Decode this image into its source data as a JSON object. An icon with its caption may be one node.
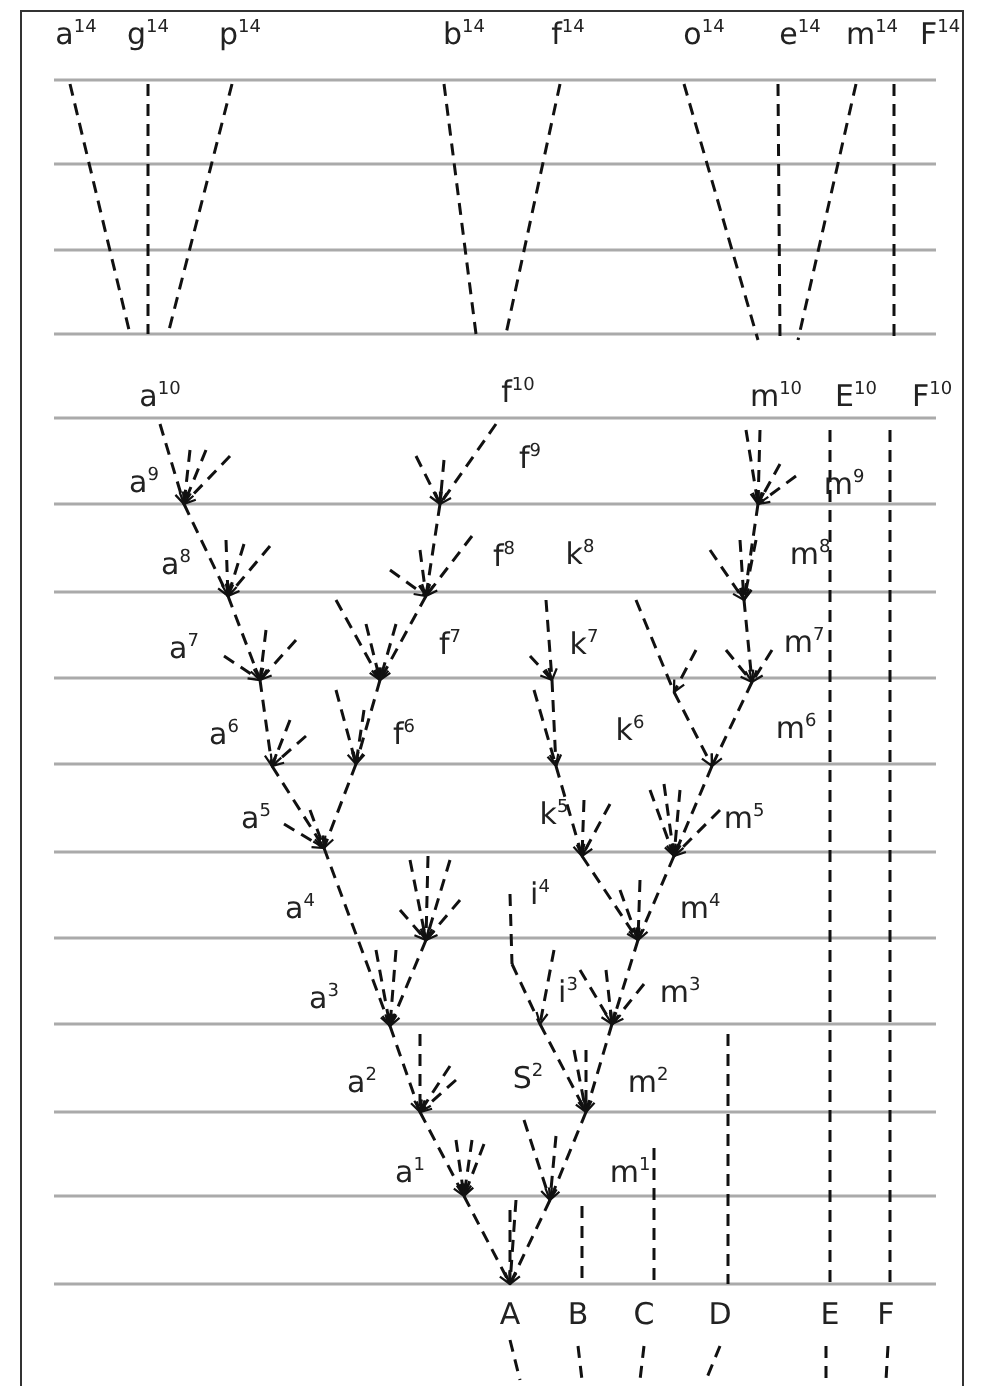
{
  "diagram": {
    "labels": [
      "a$^{14}$",
      "g$^{14}$",
      "p$^{14}$",
      "b$^{14}$",
      "f$^{14}$",
      "o$^{14}$",
      "e$^{14}$",
      "m$^{14}$",
      "F$^{14}$",
      "a$^{10}$",
      "f$^{10}$",
      "m$^{10}$",
      "E$^{10}$",
      "F$^{10}$",
      "f$^{9}$",
      "a$^{9}$",
      "m$^{9}$",
      "a$^{8}$",
      "f$^{8}$",
      "k$^{8}$",
      "m$^{8}$",
      "a$^{7}$",
      "f$^{7}$",
      "k$^{7}$",
      "m$^{7}$",
      "a$^{6}$",
      "f$^{6}$",
      "k$^{6}$",
      "m$^{6}$",
      "a$^{5}$",
      "k$^{5}$",
      "m$^{5}$",
      "a$^{4}$",
      "i$^{4}$",
      "m$^{4}$",
      "a$^{3}$",
      "i$^{3}$",
      "m$^{3}$",
      "a$^{2}$",
      "S$^{2}$",
      "m$^{2}$",
      "a$^{1}$",
      "m$^{1}$",
      "A",
      "B",
      "C",
      "D",
      "E",
      "F"
    ]
  }
}
